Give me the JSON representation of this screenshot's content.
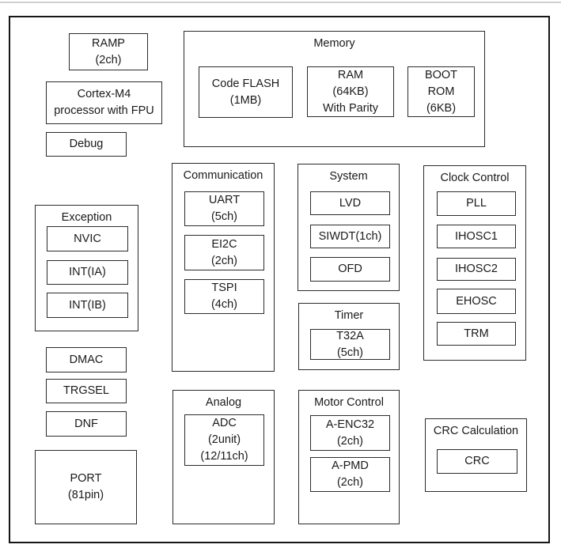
{
  "diagram": {
    "colors": {
      "border": "#2b2b2b",
      "outer_border": "#161616",
      "background": "#ffffff",
      "text": "#1a1a1a"
    },
    "blocks": {
      "ramp": [
        "RAMP",
        "(2ch)"
      ],
      "cortex_m4": [
        "Cortex-M4",
        "processor with FPU"
      ],
      "debug": "Debug",
      "dmac": "DMAC",
      "trgsel": "TRGSEL",
      "dnf": "DNF",
      "port": [
        "PORT",
        "(81pin)"
      ]
    },
    "groups": {
      "memory": {
        "title": "Memory",
        "blocks": {
          "code_flash": [
            "Code FLASH",
            "(1MB)"
          ],
          "ram": [
            "RAM",
            "(64KB)",
            "With Parity"
          ],
          "boot_rom": [
            "BOOT",
            "ROM",
            "(6KB)"
          ]
        }
      },
      "communication": {
        "title": "Communication",
        "blocks": {
          "uart": [
            "UART",
            "(5ch)"
          ],
          "ei2c": [
            "EI2C",
            "(2ch)"
          ],
          "tspi": [
            "TSPI",
            "(4ch)"
          ]
        }
      },
      "system": {
        "title": "System",
        "blocks": {
          "lvd": "LVD",
          "siwdt": "SIWDT(1ch)",
          "ofd": "OFD"
        }
      },
      "timer": {
        "title": "Timer",
        "blocks": {
          "t32a": [
            "T32A",
            "(5ch)"
          ]
        }
      },
      "clock_control": {
        "title": "Clock Control",
        "blocks": {
          "pll": "PLL",
          "ihosc1": "IHOSC1",
          "ihosc2": "IHOSC2",
          "ehosc": "EHOSC",
          "trm": "TRM"
        }
      },
      "exception": {
        "title": "Exception",
        "blocks": {
          "nvic": "NVIC",
          "int_ia": "INT(IA)",
          "int_ib": "INT(IB)"
        }
      },
      "analog": {
        "title": "Analog",
        "blocks": {
          "adc": [
            "ADC",
            "(2unit)",
            "(12/11ch)"
          ]
        }
      },
      "motor_control": {
        "title": "Motor Control",
        "blocks": {
          "a_enc32": [
            "A-ENC32",
            "(2ch)"
          ],
          "a_pmd": [
            "A-PMD",
            "(2ch)"
          ]
        }
      },
      "crc_calculation": {
        "title": "CRC Calculation",
        "blocks": {
          "crc": "CRC"
        }
      }
    }
  }
}
